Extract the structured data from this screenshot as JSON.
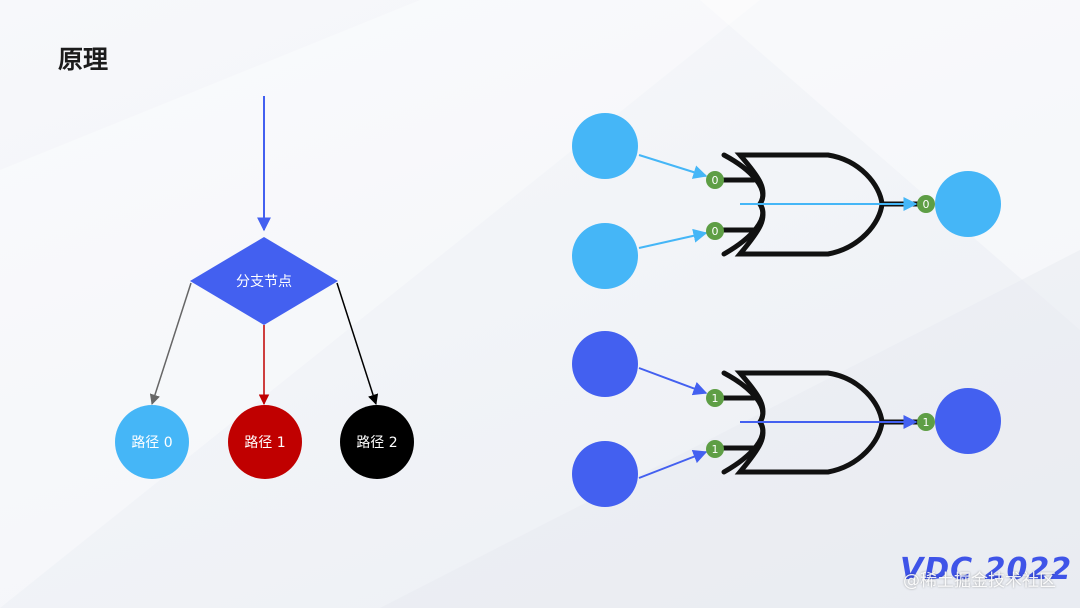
{
  "title": "原理",
  "flowchart": {
    "decision": "分支节点",
    "paths": [
      {
        "label": "路径 0",
        "color": "#45b6f7"
      },
      {
        "label": "路径 1",
        "color": "#c00000"
      },
      {
        "label": "路径 2",
        "color": "#000000"
      }
    ],
    "diamond_color": "#4360f0"
  },
  "gates": [
    {
      "inputs": [
        "0",
        "0"
      ],
      "output": "0",
      "color": "#45b6f7"
    },
    {
      "inputs": [
        "1",
        "1"
      ],
      "output": "1",
      "color": "#4360f0"
    }
  ],
  "pin_color": "#5e9e45",
  "brand": "VDC 2022",
  "watermark": "@稀土掘金技术社区"
}
